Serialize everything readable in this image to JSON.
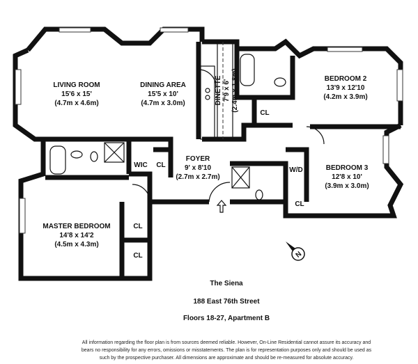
{
  "rooms": {
    "living": {
      "name": "LIVING ROOM",
      "dim": "15'6 x 15'",
      "metric": "(4.7m x 4.6m)"
    },
    "dining": {
      "name": "DINING AREA",
      "dim": "15'5 x 10'",
      "metric": "(4.7m x 3.0m)"
    },
    "dinette": {
      "name": "DINETTE",
      "dim": "7'9 x 6'",
      "metric": "(2.4m x 1.8m)"
    },
    "bedroom2": {
      "name": "BEDROOM 2",
      "dim": "13'9 x 12'10",
      "metric": "(4.2m x 3.9m)"
    },
    "bedroom3": {
      "name": "BEDROOM 3",
      "dim": "12'8 x 10'",
      "metric": "(3.9m x 3.0m)"
    },
    "foyer": {
      "name": "FOYER",
      "dim": "9' x 8'10",
      "metric": "(2.7m x 2.7m)"
    },
    "master": {
      "name": "MASTER BEDROOM",
      "dim": "14'8 x 14'2",
      "metric": "(4.5m x 4.3m)"
    }
  },
  "closets": {
    "cl": "CL",
    "wic": "WIC",
    "wd": "W/D"
  },
  "compass": {
    "north": "N"
  },
  "building": {
    "name": "The Siena",
    "address": "188 East 76th Street",
    "unit": "Floors 18-27, Apartment B"
  },
  "disclaimer": "All information regarding the floor plan is from sources deemed reliable.  However, On-Line Residential cannot assure its accuracy and bears no responsibility for any errors, omissions or misstatements.  The plan is for representation purposes only and should be used as such by the prospective purchaser.  All dimensions are approximate and should be re-measured for absolute accuracy."
}
